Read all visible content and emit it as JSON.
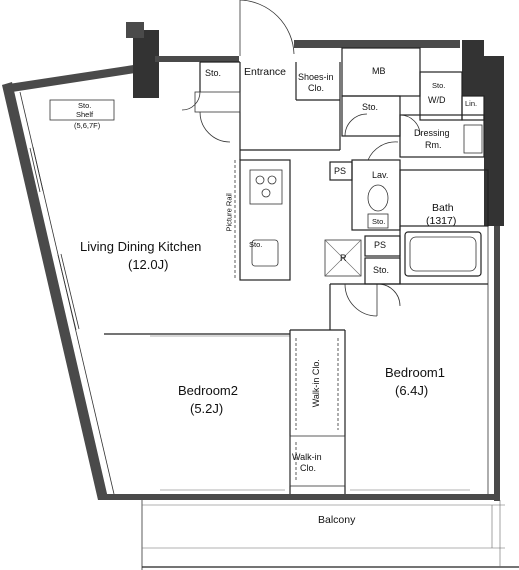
{
  "rooms": {
    "ldk_name": "Living Dining Kitchen",
    "ldk_size": "(12.0J)",
    "bed1_name": "Bedroom1",
    "bed1_size": "(6.4J)",
    "bed2_name": "Bedroom2",
    "bed2_size": "(5.2J)",
    "entrance": "Entrance",
    "shoes_1": "Shoes-in",
    "shoes_2": "Clo.",
    "mb": "MB",
    "sto_top": "Sto.",
    "sto_shelf_1": "Sto.",
    "sto_shelf_2": "Shelf",
    "sto_shelf_3": "(5,6,7F)",
    "sto_hall": "Sto.",
    "sto_wd": "Sto.",
    "wd": "W/D",
    "lin": "Lin.",
    "dressing_1": "Dressing",
    "dressing_2": "Rm.",
    "ps_1": "PS",
    "lav": "Lav.",
    "sto_lav": "Sto.",
    "bath_name": "Bath",
    "bath_size": "(1317)",
    "ps_2": "PS",
    "r_mark": "R",
    "sto_bed1": "Sto.",
    "sto_kitchen": "Sto.",
    "picture_rail": "Picture Rail",
    "walkin_1": "Walk-in Clo.",
    "walkin_2a": "Walk-in",
    "walkin_2b": "Clo.",
    "balcony": "Balcony"
  }
}
